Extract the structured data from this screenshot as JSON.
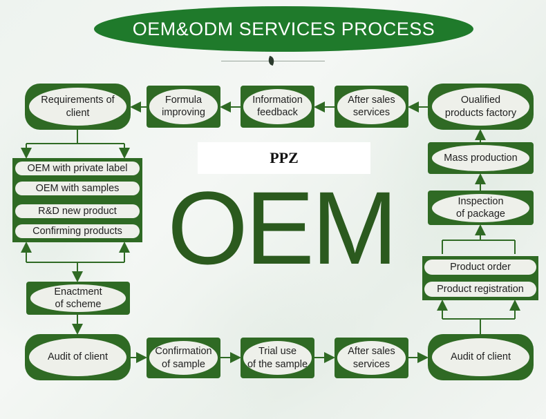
{
  "title": "OEM&ODM SERVICES PROCESS",
  "brand": "PPZ",
  "center_text": "OEM",
  "colors": {
    "primary_green": "#2f6a24",
    "title_green": "#1f7a2b",
    "node_fill": "#eef0ea"
  },
  "nodes": {
    "requirements": "Requirements of client",
    "formula": "Formula\nimproving",
    "info_feedback": "Information\nfeedback",
    "after_sales_top": "After sales\nservices",
    "qualified_factory": "Oualified\nproducts factory",
    "mass_production": "Mass production",
    "inspection": "Inspection\nof package",
    "product_order": "Product order",
    "product_registration": "Product registration",
    "enactment": "Enactment\nof scheme",
    "audit_left": "Audit of client",
    "confirmation": "Confirmation\nof sample",
    "trial_use": "Trial use\nof the sample",
    "after_sales_bottom": "After sales\nservices",
    "audit_right": "Audit of client"
  },
  "options": [
    "OEM with private label",
    "OEM with samples",
    "R&D new product",
    "Confirming products"
  ]
}
